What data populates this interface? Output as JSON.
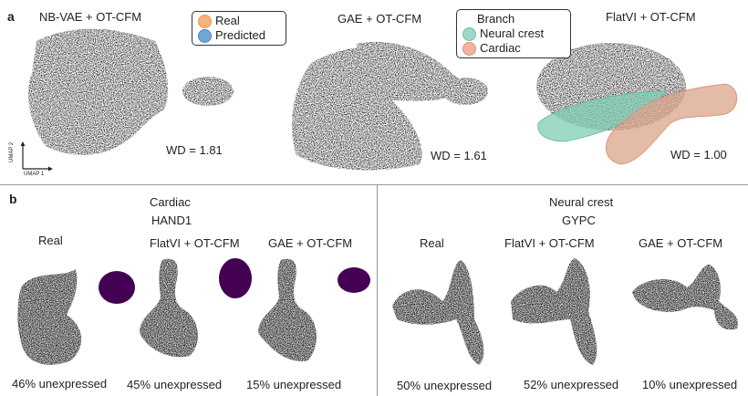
{
  "panel_a": {
    "letter": "a",
    "plots": [
      {
        "title": "NB-VAE + OT-CFM",
        "wd": "WD = 1.81"
      },
      {
        "title": "GAE + OT-CFM",
        "wd": "WD = 1.61"
      },
      {
        "title": "FlatVI + OT-CFM",
        "wd": "WD = 1.00"
      }
    ],
    "legend_real_pred": {
      "items": [
        {
          "label": "Real",
          "color": "#f5b27a"
        },
        {
          "label": "Predicted",
          "color": "#6fa6d6"
        }
      ]
    },
    "legend_branch": {
      "title": "Branch",
      "items": [
        {
          "label": "Neural crest",
          "color": "#9fd8c8"
        },
        {
          "label": "Cardiac",
          "color": "#f3b3a0"
        }
      ]
    },
    "axes": {
      "x": "UMAP 1",
      "y": "UMAP 2"
    }
  },
  "panel_b": {
    "letter": "b",
    "groups": [
      {
        "branch": "Cardiac",
        "gene": "HAND1",
        "plots": [
          {
            "title": "Real",
            "pct": "46% unexpressed"
          },
          {
            "title": "FlatVI + OT-CFM",
            "pct": "45% unexpressed"
          },
          {
            "title": "GAE + OT-CFM",
            "pct": "15% unexpressed"
          }
        ]
      },
      {
        "branch": "Neural crest",
        "gene": "GYPC",
        "plots": [
          {
            "title": "Real",
            "pct": "50% unexpressed"
          },
          {
            "title": "FlatVI + OT-CFM",
            "pct": "52% unexpressed"
          },
          {
            "title": "GAE + OT-CFM",
            "pct": "10% unexpressed"
          }
        ]
      }
    ]
  },
  "colors": {
    "real": "#f5b27a",
    "predicted": "#4a8cc6",
    "gray": "#8a8a8a",
    "viridis_low": "#440154",
    "viridis_mid": "#2a788e",
    "viridis_high": "#fde725",
    "neural_crest_region": "#7fcdb5",
    "cardiac_region": "#e8a58a"
  }
}
